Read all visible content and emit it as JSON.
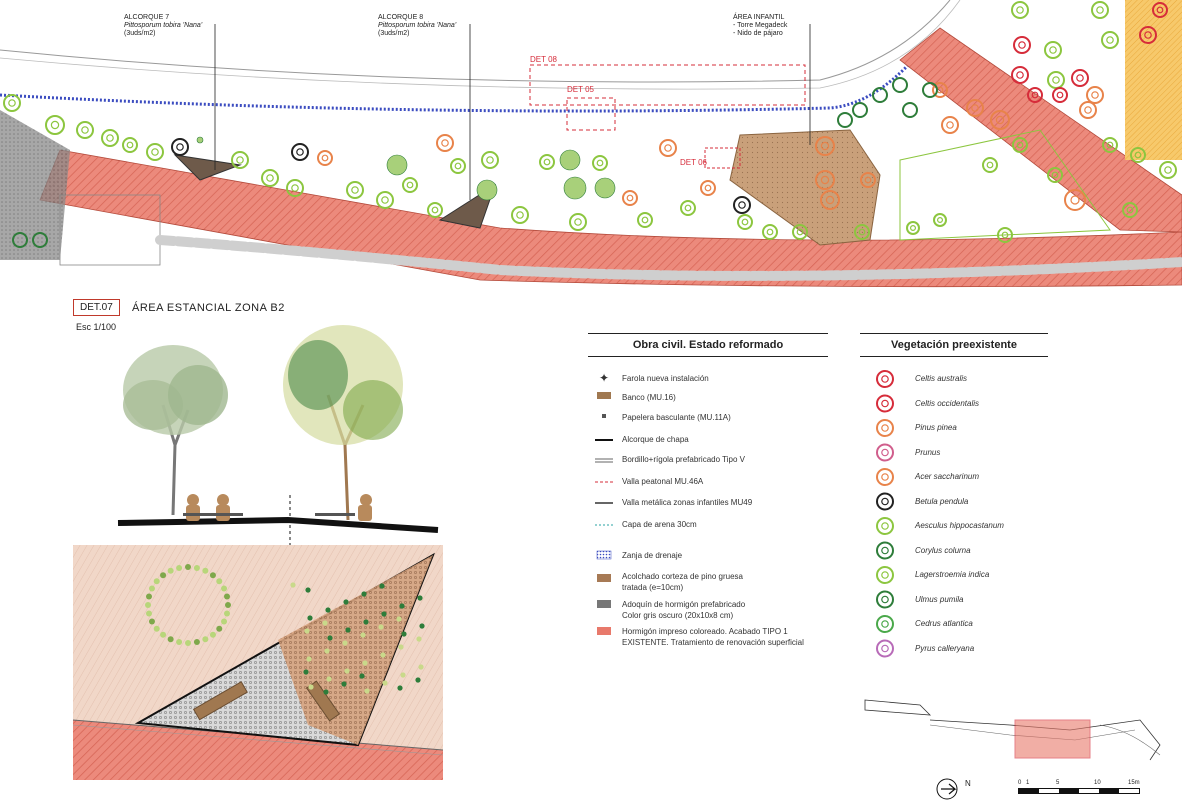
{
  "plan": {
    "alcorque7": {
      "title": "ALCORQUE 7",
      "species": "Pittosporum tobira 'Nana'",
      "density": "(3uds/m2)"
    },
    "alcorque8": {
      "title": "ALCORQUE 8",
      "species": "Pittosporum tobira 'Nana'",
      "density": "(3uds/m2)"
    },
    "area_infantil": {
      "title": "ÁREA INFANTIL",
      "item1": "- Torre Megadeck",
      "item2": "- Nido de pájaro"
    },
    "det_labels": [
      "DET 08",
      "DET 05",
      "DET 06"
    ]
  },
  "detail": {
    "code": "DET.07",
    "title": "ÁREA ESTANCIAL ZONA B2",
    "scale": "Esc 1/100"
  },
  "legend_obra": {
    "title": "Obra civil. Estado reformado",
    "items": [
      "Farola nueva instalación",
      "Banco (MU.16)",
      "Papelera basculante (MU.11A)",
      "Alcorque de chapa",
      "Bordillo+rígola prefabricado Tipo V",
      "Valla peatonal MU.46A",
      "Valla metálica zonas infantiles MU49",
      "Capa de arena 30cm",
      "Zanja de drenaje",
      "Acolchado corteza de pino gruesa",
      "tratada (e=10cm)",
      "Adoquín de hormigón prefabricado",
      "Color gris oscuro (20x10x8 cm)",
      "Hormigón impreso coloreado. Acabado TIPO 1",
      "EXISTENTE. Tratamiento de renovación superficial"
    ]
  },
  "legend_veg": {
    "title": "Vegetación preexistente",
    "items": [
      "Celtis australis",
      "Celtis occidentalis",
      "Pinus pinea",
      "Prunus",
      "Acer saccharinum",
      "Betula pendula",
      "Aesculus hippocastanum",
      "Corylus colurna",
      "Lagerstroemia indica",
      "Ulmus pumila",
      "Cedrus atlantica",
      "Pyrus calleryana"
    ]
  },
  "north": "N",
  "scalebar": {
    "ticks": [
      "0",
      "1",
      "5",
      "10",
      "15m"
    ]
  },
  "colors": {
    "red_paving": "#e8796b",
    "brown_bench": "#a07850",
    "green_tree": "#8cc63f",
    "dark_tree": "#2e7d3a",
    "orange_tree": "#e8834a",
    "drain_blue": "#3b4cc0"
  }
}
